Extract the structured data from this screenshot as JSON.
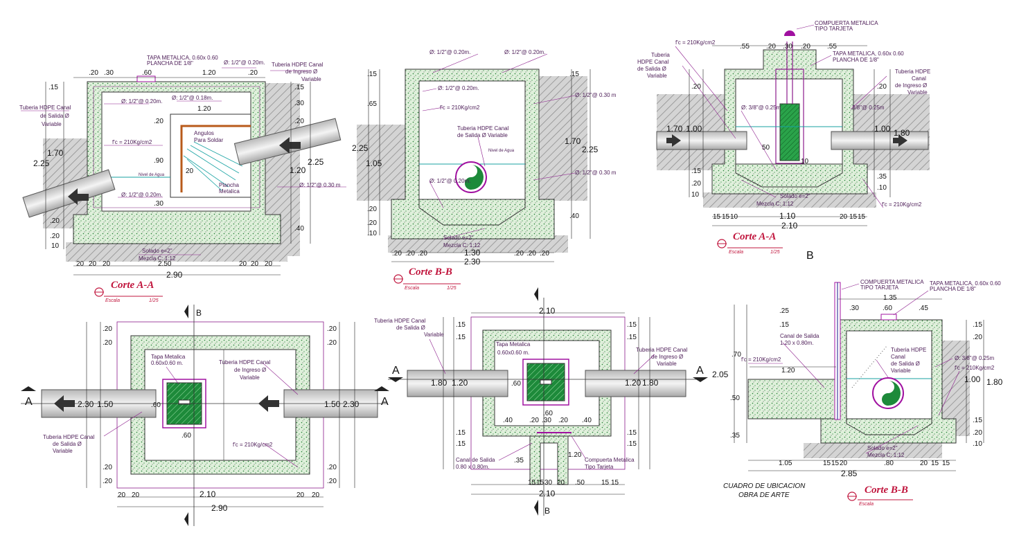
{
  "colors": {
    "concrete_fill": "#dff0db",
    "concrete_dots": "#1e7a2e",
    "dimension": "#222222",
    "annotation": "#8b1a8b",
    "title": "#c0143c",
    "pipe": "#9a9a9a",
    "water": "#17a2a2",
    "grate": "#1d8a3a",
    "soil": "#a0a0a0"
  },
  "corte_aa_1": {
    "title": "Corte A-A",
    "scale_label": "Escala",
    "scale_value": "1/25",
    "top_dims": [
      ".20",
      ".30",
      ".60",
      "1.20",
      ".20"
    ],
    "bottom_dims": [
      "20",
      "20",
      "20",
      "2.50",
      "20",
      "20",
      "20"
    ],
    "total_width": "2.90",
    "left_dims": [
      ".15",
      "1.70",
      "2.25",
      ".20",
      ".20",
      "10"
    ],
    "right_dims": [
      ".15",
      ".30",
      ".20",
      "1.20",
      "2.25",
      ".40"
    ],
    "inner_dims": [
      ".20",
      ".90",
      ".30",
      "20",
      "1.20"
    ],
    "notes": {
      "tapa": "TAPA METALICA, 0.60x 0.60",
      "plancha": "PLANCHA DE 1/8\"",
      "steel_1": "Ø: 1/2\"@ 0.20m.",
      "steel_2": "Ø: 1/2\"@ 0.20m.",
      "steel_3": "Ø: 1/2\"@ 0.18m.",
      "steel_4": "Ø: 1/2\"@ 0.20m.",
      "steel_5": "Ø: 1/2\"@ 0.30 m",
      "fc": "f'c = 210Kg/cm2",
      "pipe_out_1": "Tuberia HDPE Canal",
      "pipe_out_2": "de Salida Ø",
      "pipe_out_3": "Variable",
      "pipe_in_1": "Tuberia HDPE Canal",
      "pipe_in_2": "de Ingreso Ø",
      "pipe_in_3": "Variable",
      "angulos_1": "Angulos",
      "angulos_2": "Para Soldar",
      "plancha_1": "Plancha",
      "plancha_2": "Metalica",
      "nivel": "Nivel de Agua",
      "solado": "Solado e=2\"",
      "mezcla": "Mezcla C: 1:12"
    }
  },
  "corte_bb_1": {
    "title": "Corte B-B",
    "scale_label": "Escala",
    "scale_value": "1/25",
    "top_dims": [
      ".15",
      ".15"
    ],
    "bottom_dims": [
      ".20",
      ".20",
      ".20",
      "1.30",
      ".20",
      ".20",
      ".20"
    ],
    "total_width": "2.30",
    "left_dims": [
      ".65",
      "2.25",
      "1.05",
      ".20",
      ".20",
      ".10"
    ],
    "right_dims": [
      "1.70",
      "2.25",
      ".40"
    ],
    "notes": {
      "steel_1": "Ø: 1/2\"@ 0.20m.",
      "steel_2": "Ø: 1/2\"@ 0.20m.",
      "steel_3": "Ø: 1/2\"@ 0.20m.",
      "steel_4": "Ø: 1/2\"@ 0.30 m",
      "steel_5": "Ø: 1/2\"@ 0.30 m",
      "steel_6": "Ø: 1/2\"@ 0.20m.",
      "fc": "f'c = 210Kg/cm2",
      "pipe_1": "Tuberia HDPE Canal",
      "pipe_2": "de Salida Ø Variable",
      "nivel": "Nivel de Agua",
      "solado": "Solado e=2\"",
      "mezcla": "Mezcla C: 1:12"
    }
  },
  "corte_aa_2": {
    "title": "Corte A-A",
    "scale_label": "Escala",
    "scale_value": "1/25",
    "top_dims": [
      ".55",
      ".20",
      ".30",
      ".20",
      ".55"
    ],
    "bottom_dims": [
      "15",
      "15",
      "10",
      "1.10",
      "20",
      "15",
      "15"
    ],
    "total_width": "2.10",
    "left_dims": [
      ".20",
      "1.70",
      "1.00",
      ".15",
      ".20",
      "10"
    ],
    "right_dims": [
      ".20",
      "1.00",
      "1.80",
      ".35",
      ".10"
    ],
    "inner_dims": [
      "50",
      "10"
    ],
    "notes": {
      "compuerta_1": "COMPUERTA METALICA",
      "compuerta_2": "TIPO TARJETA",
      "tapa": "TAPA METALICA, 0.60x 0.60",
      "plancha": "PLANCHA DE 1/8\"",
      "fc": "f'c = 210Kg/cm2",
      "fc_2": "f'c = 210Kg/cm2",
      "pipe_out_1": "Tuberia",
      "pipe_out_2": "HDPE Canal",
      "pipe_out_3": "de Salida Ø",
      "pipe_out_4": "Variable",
      "pipe_in_1": "Tuberia HDPE",
      "pipe_in_2": "Canal",
      "pipe_in_3": "de Ingreso Ø",
      "pipe_in_4": "Variable",
      "steel_1": "Ø: 3/8\"@ 0.25m",
      "steel_2": "3/8\"@ 0.25m",
      "solado": "Solado e=2\"",
      "mezcla": "Mezcla C: 1:12"
    },
    "section_label": "B"
  },
  "planta_1": {
    "section_a_left": "A",
    "section_a_right": "A",
    "section_b_top": "B",
    "left_dims": [
      ".20",
      ".20",
      ".20",
      ".20"
    ],
    "right_dims": [
      ".20",
      ".20",
      ".20",
      ".20"
    ],
    "bottom_dims": [
      "20",
      "20",
      "2.10",
      "20",
      "20"
    ],
    "total_width": "2.90",
    "side_left": [
      "2.30",
      "1.50"
    ],
    "side_right": [
      "1.50",
      "2.30"
    ],
    "inner_dims": [
      ".60",
      ".60"
    ],
    "notes": {
      "tapa_1": "Tapa Metalica",
      "tapa_2": "0.60x0.60 m.",
      "pipe_in_1": "Tuberia HDPE Canal",
      "pipe_in_2": "de Ingreso Ø",
      "pipe_in_3": "Variable",
      "pipe_out_1": "Tuberia HDPE Canal",
      "pipe_out_2": "de Salida Ø",
      "pipe_out_3": "Variable",
      "fc": "f'c = 210Kg/cm2"
    }
  },
  "planta_2": {
    "top_width": "2.10",
    "section_a_left": "A",
    "section_a_right": "A",
    "section_b_bottom": "B",
    "left_dims": [
      ".15",
      ".15",
      ".15",
      ".15"
    ],
    "right_dims": [
      ".15",
      ".15",
      ".15",
      ".15"
    ],
    "side_left": [
      "1.80",
      "1.20"
    ],
    "side_right": [
      "1.20",
      "1.80"
    ],
    "inner_dims": [
      ".60",
      ".60",
      ".40",
      ".20",
      ".30",
      ".20",
      ".40",
      ".35",
      "1.20"
    ],
    "bottom_dims": [
      "15",
      "15",
      "30",
      "20",
      ".50",
      "15",
      "15"
    ],
    "total_width": "2.10",
    "notes": {
      "tapa_1": "Tapa Metalica",
      "tapa_2": "0.60x0.60 m.",
      "pipe_out_1": "Tuberia HDPE Canal",
      "pipe_out_2": "de Salida Ø",
      "pipe_out_3": "Variable",
      "pipe_in_1": "Tuberia HDPE Canal",
      "pipe_in_2": "de Ingreso Ø",
      "pipe_in_3": "Variable",
      "canal_1": "Canal de Salida",
      "canal_2": "0.80 x 0.80m.",
      "comp_1": "Compuerta Metalica",
      "comp_2": "Tipo Tarjeta"
    }
  },
  "corte_bb_2": {
    "title": "Corte B-B",
    "scale_label": "Escala",
    "caption_1": "CUADRO DE UBICACION",
    "caption_2": "OBRA DE ARTE",
    "top_dims": [
      "1.35",
      ".30",
      ".60",
      ".45"
    ],
    "left_dims": [
      ".25",
      ".15",
      ".70",
      "2.05",
      ".50",
      ".35"
    ],
    "right_dims": [
      ".15",
      ".20",
      "1.00",
      "1.80",
      ".15",
      ".20",
      ".10"
    ],
    "inner_dims": [
      "1.20"
    ],
    "bottom_dims": [
      "1.05",
      "15",
      "15",
      "20",
      ".80",
      "20",
      "15",
      "15"
    ],
    "total_width": "2.85",
    "notes": {
      "compuerta_1": "COMPUERTA METALICA",
      "compuerta_2": "TIPO TARJETA",
      "tapa_1": "TAPA METALICA, 0.60x 0.60",
      "tapa_2": "PLANCHA DE 1/8\"",
      "canal_1": "Canal de Salida",
      "canal_2": "1.20 x 0.80m.",
      "fc_1": "f'c = 210Kg/cm2",
      "fc_2": "f'c = 210Kg/cm2",
      "pipe_1": "Tuberia HDPE",
      "pipe_2": "Canal",
      "pipe_3": "de Salida Ø",
      "pipe_4": "Variable",
      "steel": "Ø: 3/8\"@ 0.25m",
      "solado": "Solado e=2\"",
      "mezcla": "Mezcla C: 1:12"
    }
  }
}
